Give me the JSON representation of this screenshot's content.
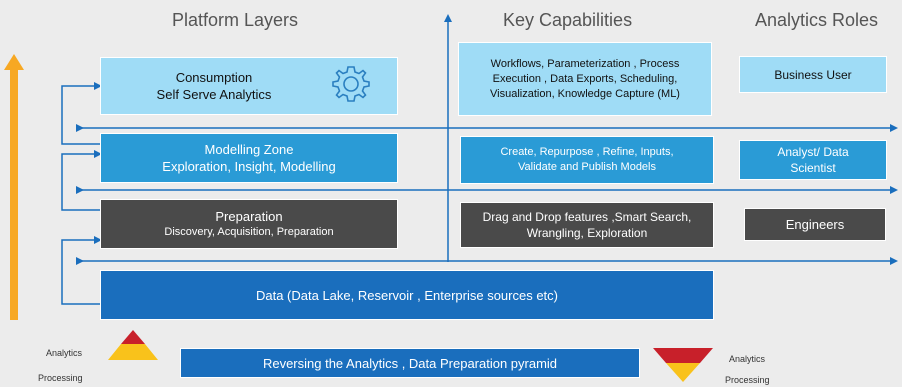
{
  "headers": {
    "platform_layers": "Platform Layers",
    "key_capabilities": "Key Capabilities",
    "analytics_roles": "Analytics Roles"
  },
  "layers": {
    "consumption": {
      "title": "Consumption",
      "subtitle": "Self Serve Analytics"
    },
    "modelling": {
      "title": "Modelling Zone",
      "subtitle": "Exploration, Insight, Modelling"
    },
    "preparation": {
      "title": "Preparation",
      "subtitle": "Discovery, Acquisition, Preparation"
    },
    "data": {
      "title": "Data (Data Lake, Reservoir , Enterprise sources etc)"
    }
  },
  "capabilities": {
    "consumption": [
      "Workflows, Parameterization , Process",
      "Execution , Data Exports, Scheduling,",
      "Visualization, Knowledge Capture (ML)"
    ],
    "modelling": [
      "Create, Repurpose , Refine, Inputs,",
      "Validate and Publish Models"
    ],
    "preparation": [
      "Drag and Drop features ,Smart Search,",
      "Wrangling, Exploration"
    ]
  },
  "roles": {
    "business_user": "Business User",
    "analyst": [
      "Analyst/ Data",
      "Scientist"
    ],
    "engineers": "Engineers"
  },
  "pyramid": {
    "banner": "Reversing the Analytics , Data Preparation pyramid",
    "left_top": "Analytics",
    "left_bottom": "Processing",
    "right_top": "Analytics",
    "right_bottom": "Processing"
  },
  "colors": {
    "light_blue": "#9fdcf6",
    "mid_blue": "#2a9bd6",
    "dark_gray": "#4a4a4a",
    "deep_blue": "#1a6ebd",
    "orange": "#f7a823",
    "red": "#c8202a",
    "yellow": "#f9c21b"
  },
  "icons": [
    "gear-icon"
  ]
}
